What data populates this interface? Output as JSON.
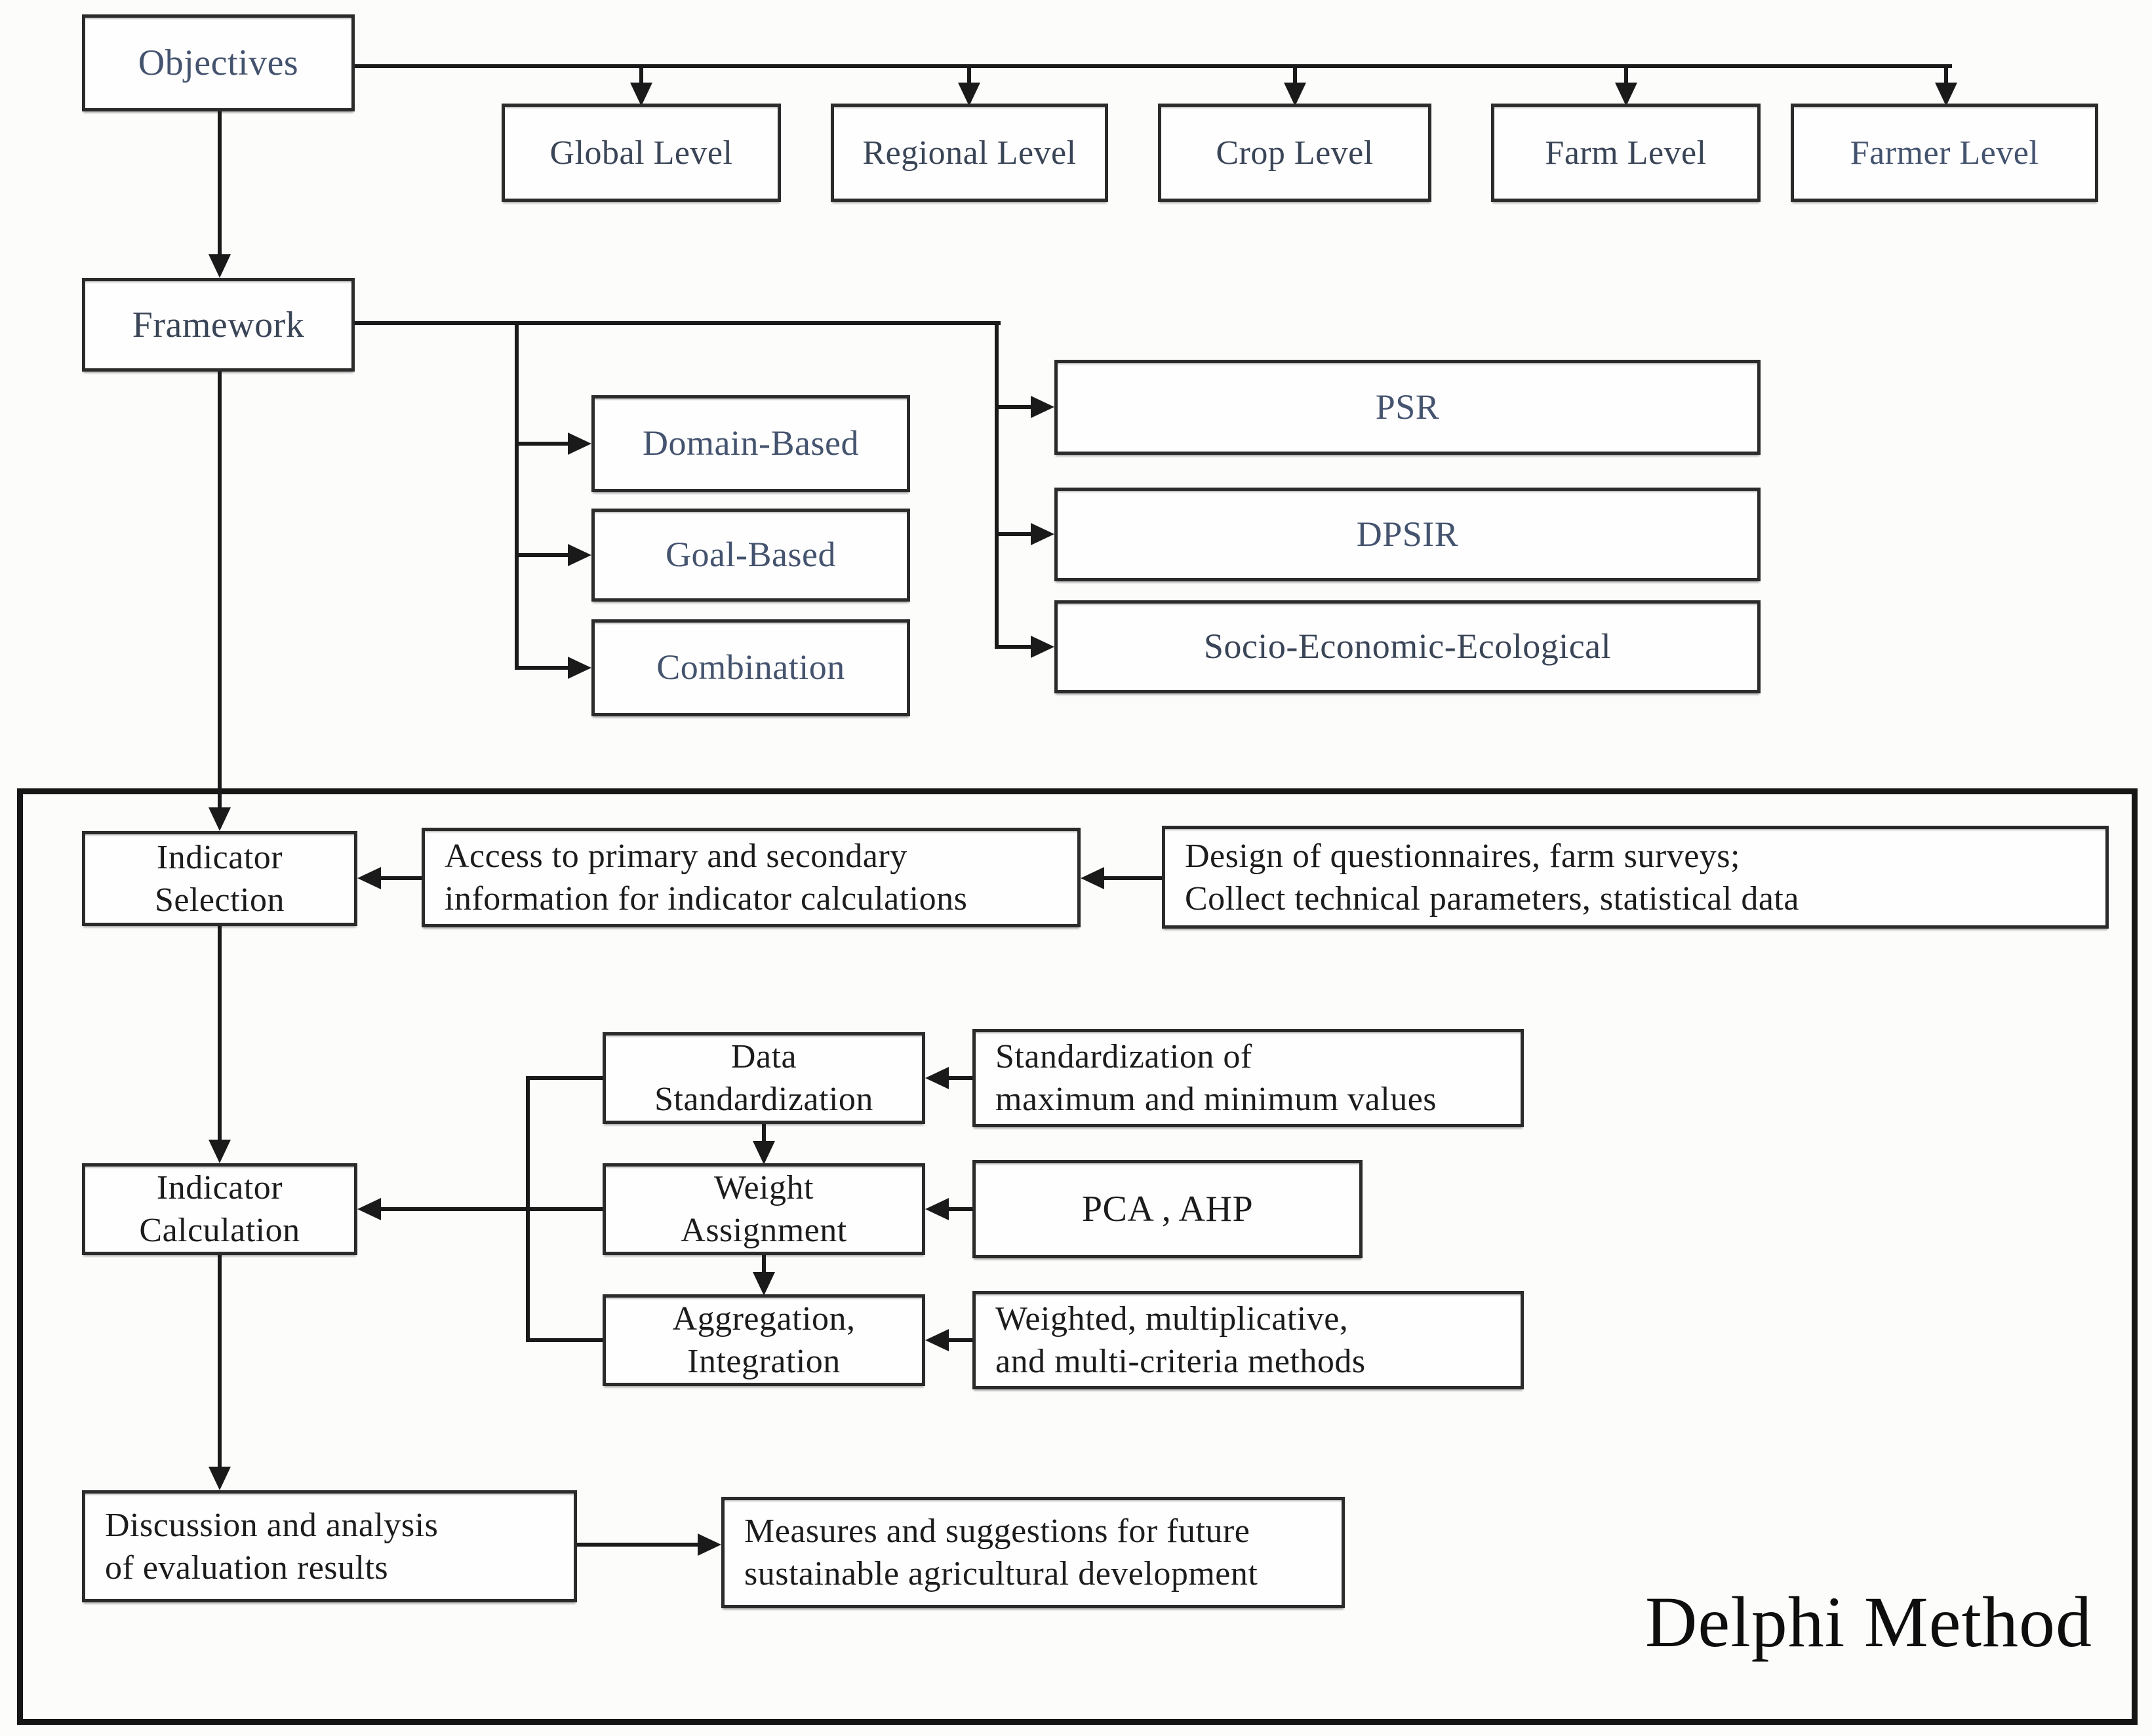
{
  "colors": {
    "navy": "#44536e",
    "slate": "#3a4557",
    "ink": "#1c1c1c",
    "line": "#1a1a1a",
    "frame": "#161616"
  },
  "nodes": {
    "objectives": "Objectives",
    "global_level": "Global Level",
    "regional_level": "Regional Level",
    "crop_level": "Crop Level",
    "farm_level": "Farm Level",
    "farmer_level": "Farmer Level",
    "framework": "Framework",
    "domain_based": "Domain-Based",
    "goal_based": "Goal-Based",
    "combination": "Combination",
    "psr": "PSR",
    "dpsir": "DPSIR",
    "socio_economic_ecological": "Socio-Economic-Ecological",
    "indicator_selection": "Indicator\nSelection",
    "access_info": "Access to primary and secondary\ninformation for indicator calculations",
    "design_surveys": "Design of questionnaires, farm surveys;\nCollect technical parameters, statistical data",
    "data_standardization": "Data\nStandardization",
    "std_maxmin": "Standardization of\nmaximum and minimum values",
    "weight_assignment": "Weight\nAssignment",
    "pca_ahp": "PCA , AHP",
    "aggregation_integration": "Aggregation,\nIntegration",
    "weighted_methods": "Weighted, multiplicative,\nand multi-criteria methods",
    "indicator_calculation": "Indicator\nCalculation",
    "discussion_analysis": "Discussion and analysis\nof evaluation results",
    "measures_suggestions": "Measures and suggestions for future\nsustainable agricultural development",
    "delphi_method": "Delphi Method"
  }
}
